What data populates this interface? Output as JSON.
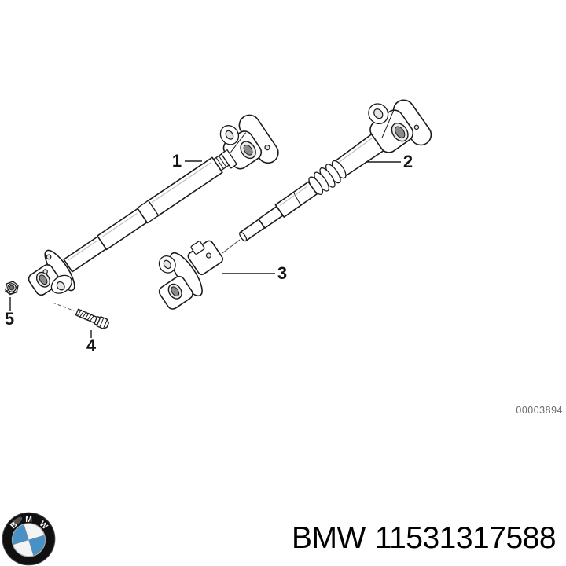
{
  "diagram": {
    "watermark": "00003894",
    "callouts": [
      {
        "num": "1"
      },
      {
        "num": "2"
      },
      {
        "num": "3"
      },
      {
        "num": "4"
      },
      {
        "num": "5"
      }
    ],
    "ink": "#1b1b1b"
  },
  "footer": {
    "brand": "BMW",
    "part_number": "11531317588",
    "logo": {
      "letters": [
        "B",
        "M",
        "W"
      ],
      "ring_color": "#101010",
      "blue": "#4791c5",
      "white": "#f4f4f4"
    }
  }
}
